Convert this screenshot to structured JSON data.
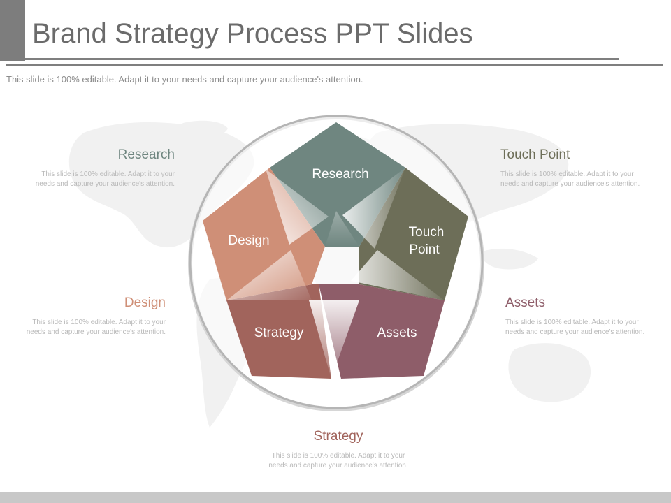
{
  "slide": {
    "title": "Brand Strategy Process PPT Slides",
    "subtitle": "This slide is 100% editable. Adapt it to your needs and capture your audience's attention."
  },
  "pentagon": {
    "segments": [
      {
        "label": "Research",
        "color": "#6f8680"
      },
      {
        "label": "Touch Point",
        "color": "#6d6e58"
      },
      {
        "label": "Assets",
        "color": "#8e5d69"
      },
      {
        "label": "Strategy",
        "color": "#a1645c"
      },
      {
        "label": "Design",
        "color": "#cf8f77"
      }
    ]
  },
  "side_texts": {
    "research": {
      "heading": "Research",
      "body": "This slide is 100% editable. Adapt it to your needs and capture your audience's attention.",
      "color": "#6f8680"
    },
    "touch_point": {
      "heading": "Touch Point",
      "body": "This slide is 100% editable. Adapt it to your needs and capture your audience's attention.",
      "color": "#6d6e58"
    },
    "design": {
      "heading": "Design",
      "body": "This slide is 100% editable. Adapt it to your needs and capture your audience's attention.",
      "color": "#cf8f77"
    },
    "assets": {
      "heading": "Assets",
      "body": "This slide is 100% editable. Adapt it to your needs and capture your audience's attention.",
      "color": "#8e5d69"
    },
    "strategy": {
      "heading": "Strategy",
      "body": "This slide is 100% editable. Adapt it to your needs and capture your audience's attention.",
      "color": "#a1645c"
    }
  }
}
